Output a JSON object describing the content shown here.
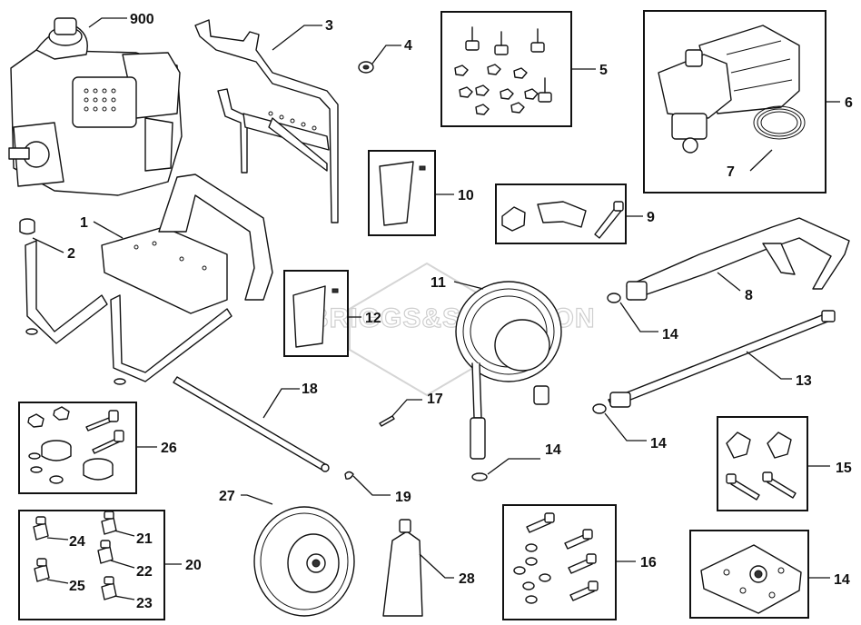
{
  "callouts": {
    "c900": "900",
    "c3": "3",
    "c4": "4",
    "c5": "5",
    "c6": "6",
    "c7": "7",
    "c1": "1",
    "c2": "2",
    "c10": "10",
    "c9": "9",
    "c12": "12",
    "c11": "11",
    "c8": "8",
    "c14_nozzle": "14",
    "c13": "13",
    "c14_wand": "14",
    "c18": "18",
    "c17": "17",
    "c14_hose": "14",
    "c26": "26",
    "c15": "15",
    "c19": "19",
    "c27": "27",
    "c20": "20",
    "c24": "24",
    "c21": "21",
    "c22": "22",
    "c25": "25",
    "c23": "23",
    "c28": "28",
    "c16": "16",
    "c14_kit": "14"
  },
  "watermark": {
    "text": "BRIGGS&STRATTON"
  }
}
